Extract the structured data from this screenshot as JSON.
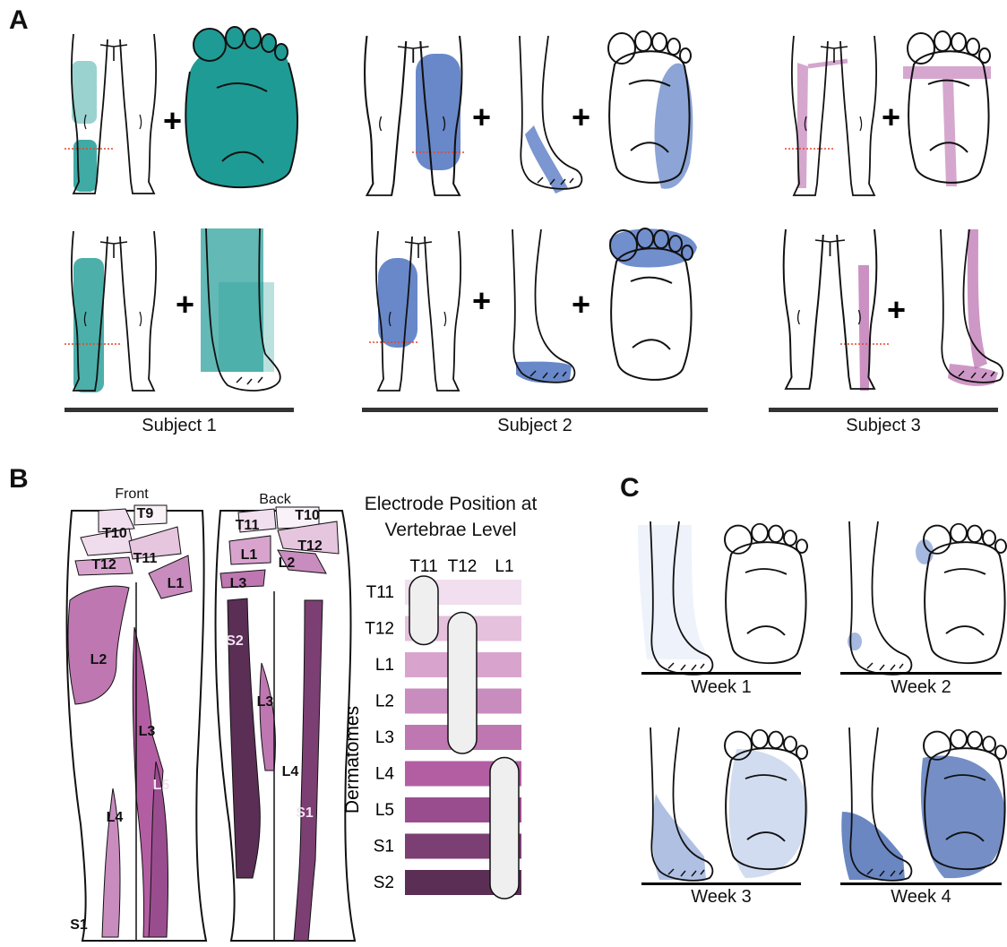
{
  "panels": {
    "a": {
      "letter": "A",
      "subjects": [
        "Subject 1",
        "Subject 2",
        "Subject 3"
      ]
    },
    "b": {
      "letter": "B",
      "front_label": "Front",
      "back_label": "Back",
      "title_line1": "Electrode Position at",
      "title_line2": "Vertebrae Level",
      "y_axis_label": "Dermatomes",
      "electrode_columns": [
        "T11",
        "T12",
        "L1"
      ],
      "dermatome_rows": [
        "T11",
        "T12",
        "L1",
        "L2",
        "L3",
        "L4",
        "L5",
        "S1",
        "S2"
      ],
      "row_colors": [
        "#f1deee",
        "#e5c1dd",
        "#d8a4ce",
        "#c98cbe",
        "#be77b1",
        "#b35ea3",
        "#9a4d8e",
        "#7c3f73",
        "#5a2e55"
      ],
      "front_regions": [
        "T9",
        "T10",
        "T11",
        "T12",
        "L1",
        "L2",
        "L3",
        "L4",
        "L5",
        "S1"
      ],
      "back_regions": [
        "T10",
        "T11",
        "T12",
        "L1",
        "L2",
        "L3",
        "S2",
        "L3",
        "L4",
        "S1"
      ]
    },
    "c": {
      "letter": "C",
      "weeks": [
        "Week 1",
        "Week 2",
        "Week 3",
        "Week 4"
      ]
    }
  },
  "colors": {
    "subject1": "#1f9b95",
    "subject2": "#4f73c0",
    "subject3": "#b96cae",
    "electrode": "#efefef"
  }
}
